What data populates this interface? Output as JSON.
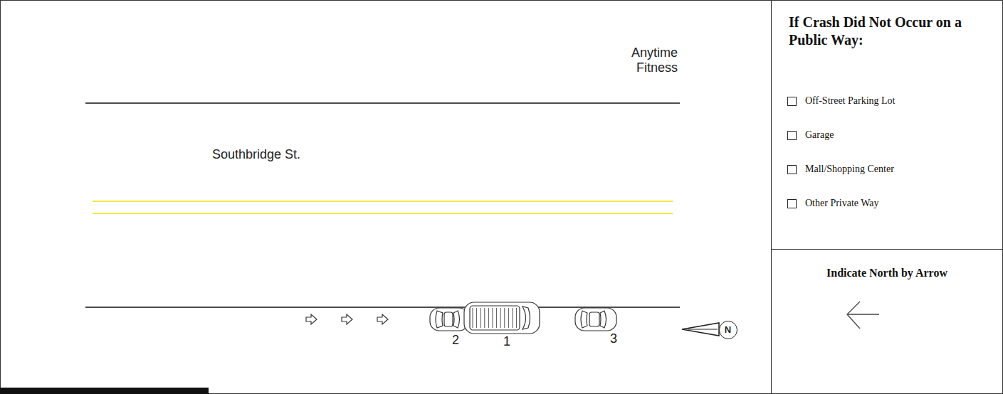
{
  "diagram": {
    "nodes": [
      {
        "text": [
          "If Crash Did Not Occur on a Public Way:",
          "Off-Street Parking Lot",
          "Garage",
          "Mall/Shopping Center",
          "Other Private Way"
        ]
      },
      {
        "text": [
          "N"
        ]
      },
      {
        "text": [
          "Indicate North by Arrow"
        ]
      }
    ],
    "labels": [
      "Anytime Fitness",
      "Southbridge St.",
      "2",
      "1",
      "3"
    ]
  }
}
